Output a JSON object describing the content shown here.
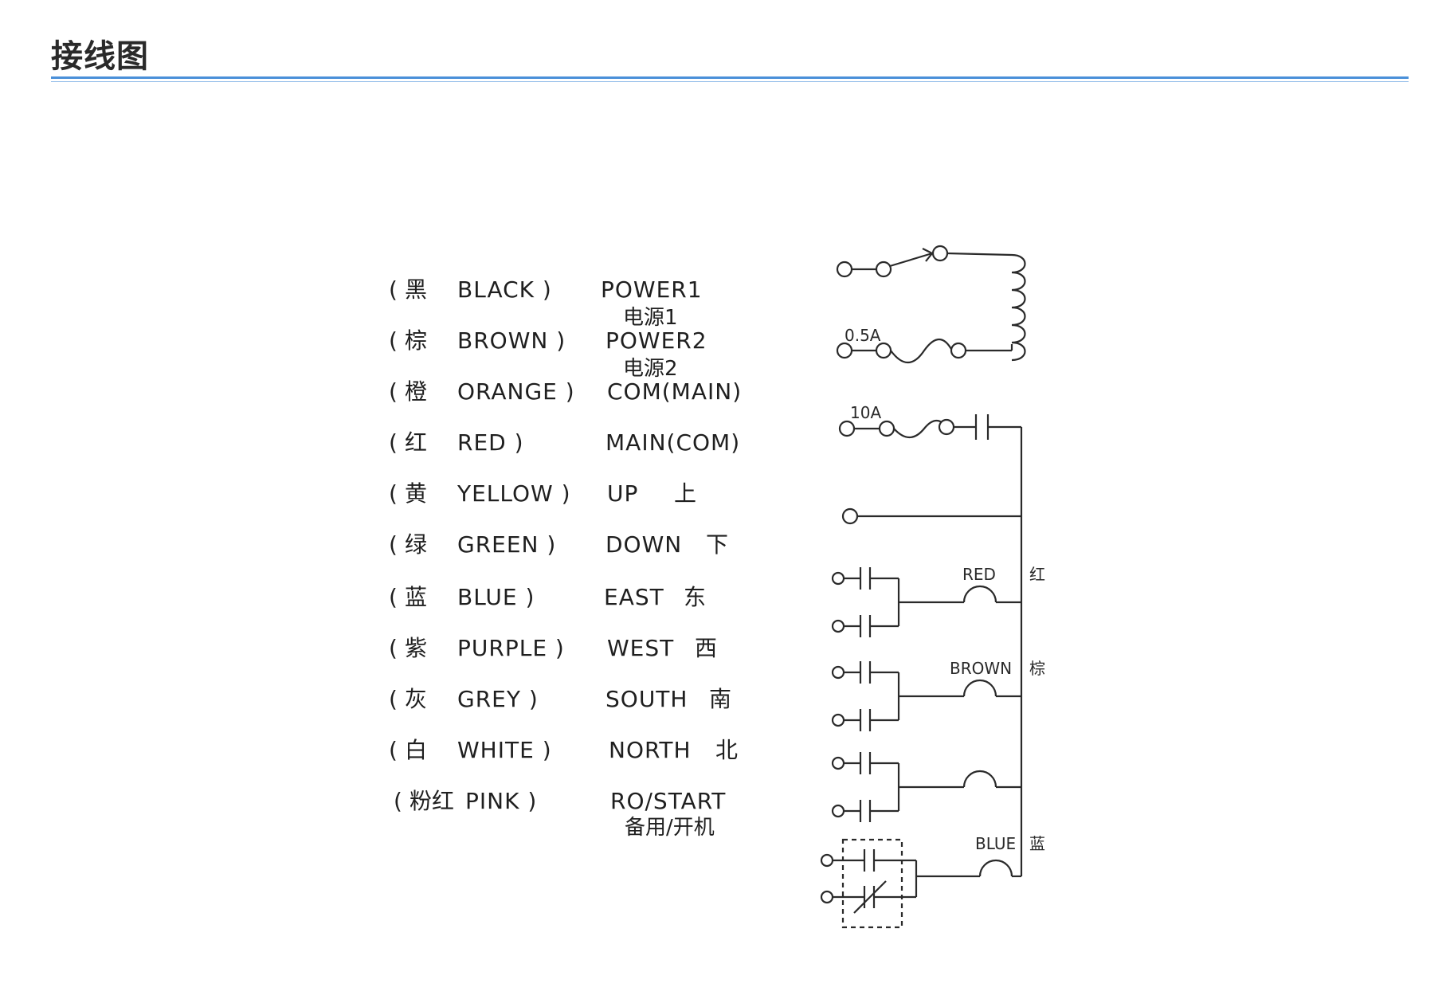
{
  "header": {
    "title": "接线图"
  },
  "legend": [
    {
      "cn": "黑",
      "en": "BLACK )",
      "func": "POWER1",
      "func_sub": "电源1"
    },
    {
      "cn": "棕",
      "en": "BROWN )",
      "func": "POWER2",
      "func_sub": "电源2"
    },
    {
      "cn": "橙",
      "en": "ORANGE )",
      "func": "COM(MAIN)",
      "func_sub": ""
    },
    {
      "cn": "红",
      "en": "RED )",
      "func": "MAIN(COM)",
      "func_sub": ""
    },
    {
      "cn": "黄",
      "en": "YELLOW )",
      "func": "UP",
      "func_cn": "上"
    },
    {
      "cn": "绿",
      "en": "GREEN )",
      "func": "DOWN",
      "func_cn": "下"
    },
    {
      "cn": "蓝",
      "en": "BLUE )",
      "func": "EAST",
      "func_cn": "东"
    },
    {
      "cn": "紫",
      "en": "PURPLE )",
      "func": "WEST",
      "func_cn": "西"
    },
    {
      "cn": "灰",
      "en": "GREY )",
      "func": "SOUTH",
      "func_cn": "南"
    },
    {
      "cn": "白",
      "en": "WHITE )",
      "func": "NORTH",
      "func_cn": "北"
    },
    {
      "cn": "粉红",
      "en": "PINK )",
      "func": "RO/START",
      "func_sub": "备用/开机"
    }
  ],
  "paren": "(",
  "schematic": {
    "fuse1": "0.5A",
    "fuse2": "10A",
    "coils": [
      {
        "en": "RED",
        "cn": "红"
      },
      {
        "en": "BROWN",
        "cn": "棕"
      },
      {
        "en": "",
        "cn": ""
      },
      {
        "en": "BLUE",
        "cn": "蓝"
      }
    ]
  }
}
